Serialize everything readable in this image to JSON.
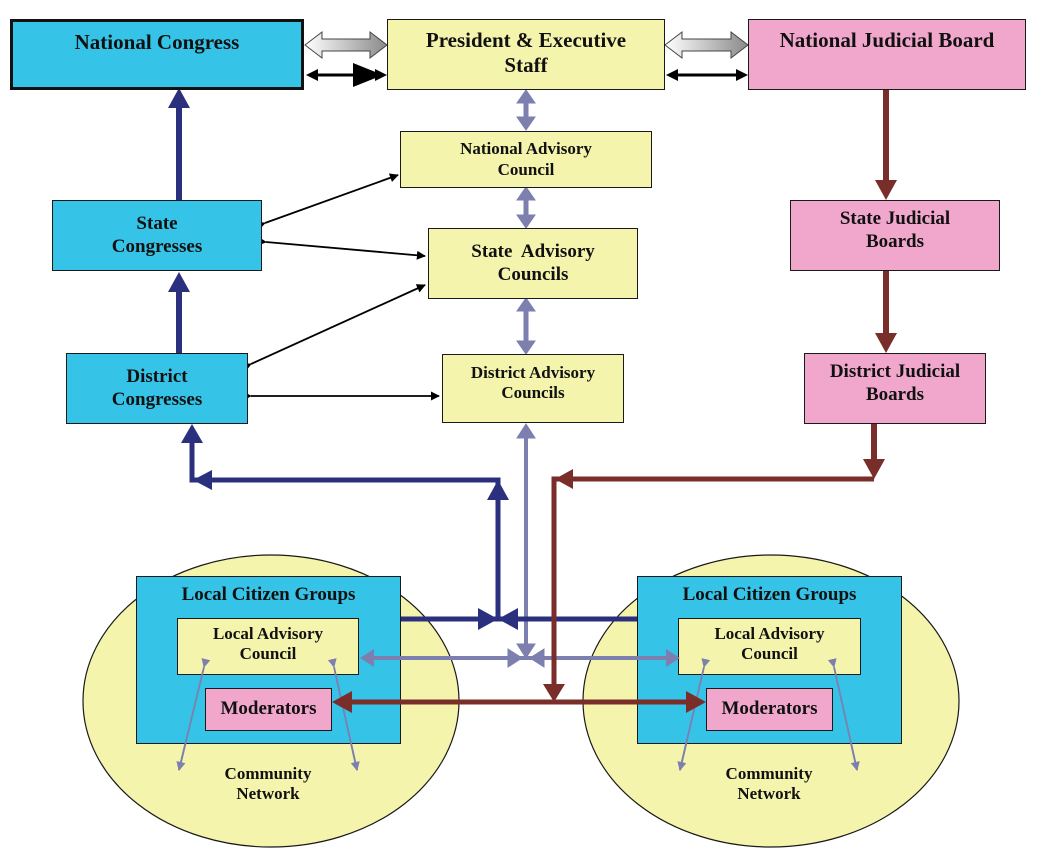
{
  "colors": {
    "congress_blue": "#36c3e8",
    "advisory_yellow": "#f5f4ad",
    "judicial_pink": "#f1a7cb",
    "congress_arrow": "#2a2f7e",
    "advisory_arrow": "#7d7fae",
    "judicial_arrow": "#7a2e2a",
    "peer_arrow": "#000000"
  },
  "national": {
    "congress": "National Congress",
    "executive_line1": "President & Executive",
    "executive_line2": "Staff",
    "judicial": "National Judicial Board"
  },
  "advisory": {
    "national_line1": "National Advisory",
    "national_line2": "Council",
    "state_line1": "State  Advisory",
    "state_line2": "Councils",
    "district_line1": "District Advisory",
    "district_line2": "Councils"
  },
  "congresses": {
    "state_line1": "State",
    "state_line2": "Congresses",
    "district_line1": "District",
    "district_line2": "Congresses"
  },
  "judicial": {
    "state_line1": "State Judicial",
    "state_line2": "Boards",
    "district_line1": "District Judicial",
    "district_line2": "Boards"
  },
  "communities": [
    {
      "group": "Local Citizen Groups",
      "council_line1": "Local Advisory",
      "council_line2": "Council",
      "moderators": "Moderators",
      "network_line1": "Community",
      "network_line2": "Network"
    },
    {
      "group": "Local Citizen Groups",
      "council_line1": "Local Advisory",
      "council_line2": "Council",
      "moderators": "Moderators",
      "network_line1": "Community",
      "network_line2": "Network"
    }
  ]
}
